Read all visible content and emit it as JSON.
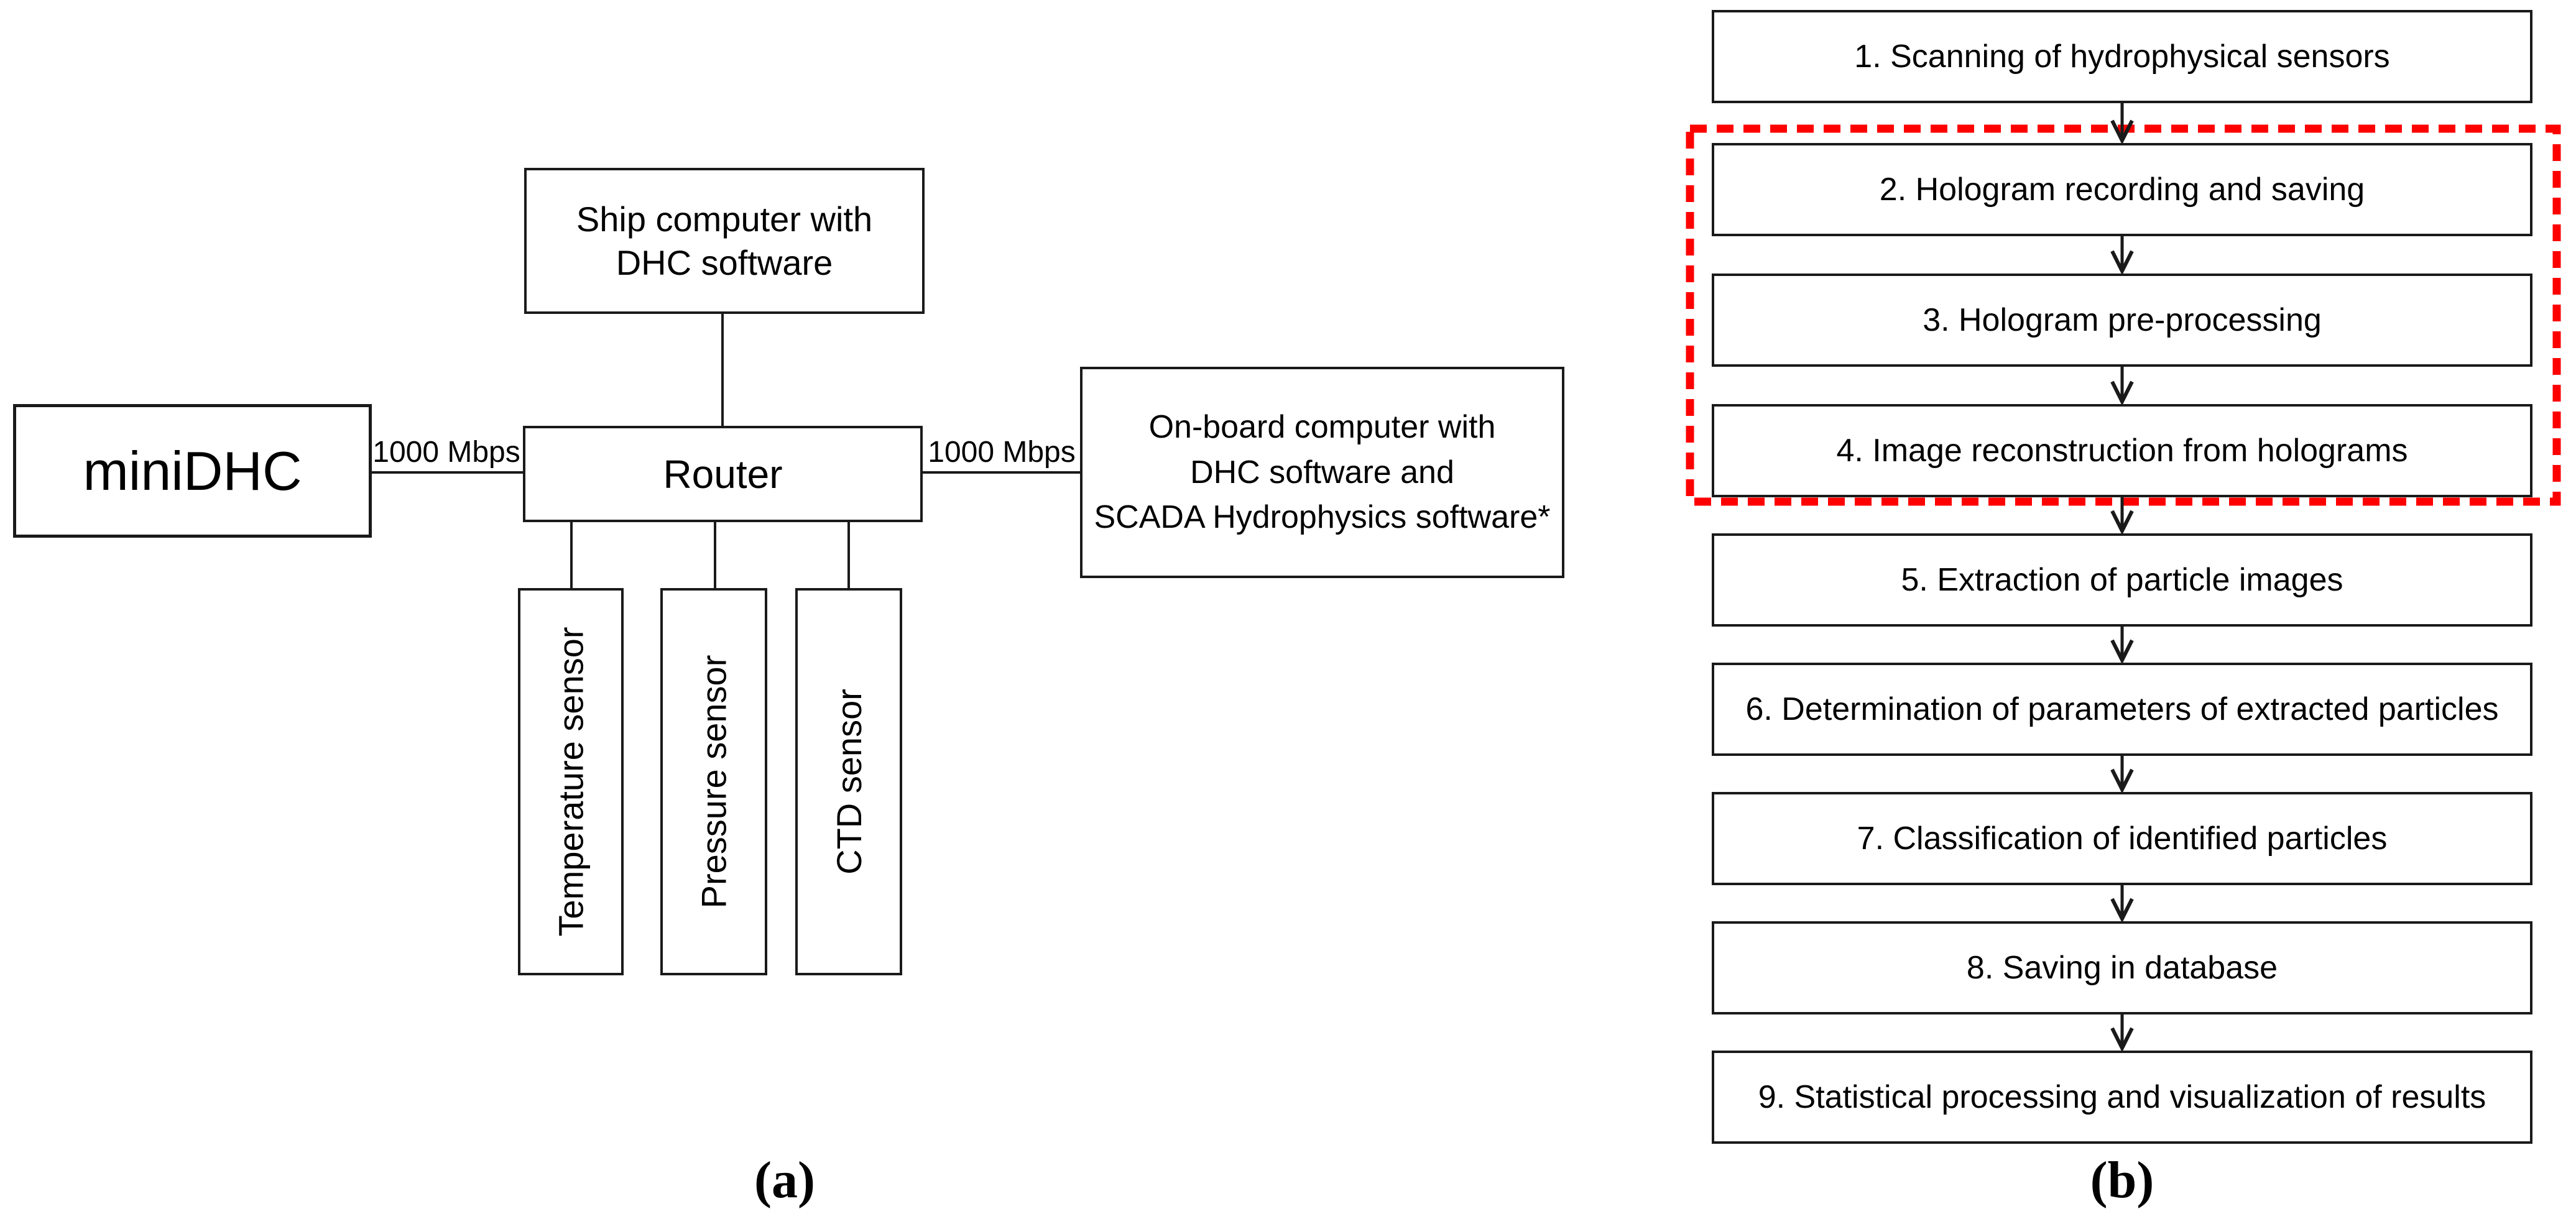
{
  "panel_a": {
    "caption": "(a)",
    "nodes": {
      "minidhc": {
        "label": "miniDHC"
      },
      "ship_computer": {
        "lines": [
          "Ship computer with",
          "DHC software"
        ]
      },
      "router": {
        "label": "Router"
      },
      "onboard_computer": {
        "lines": [
          "On-board computer with",
          "DHC software and",
          "SCADA Hydrophysics software*"
        ]
      },
      "sensors": [
        {
          "label": "Temperature sensor"
        },
        {
          "label": "Pressure sensor"
        },
        {
          "label": "CTD sensor"
        }
      ]
    },
    "links": {
      "minidhc_router_label": "1000 Mbps",
      "router_onboard_label": "1000 Mbps"
    }
  },
  "panel_b": {
    "caption": "(b)",
    "steps": [
      "1. Scanning of hydrophysical sensors",
      "2. Hologram recording and saving",
      "3. Hologram pre-processing",
      "4. Image reconstruction from holograms",
      "5. Extraction of particle images",
      "6. Determination of parameters of extracted particles",
      "7. Classification of identified particles",
      "8. Saving in database",
      "9. Statistical processing and visualization of results"
    ],
    "highlight": {
      "color": "#fe0000",
      "highlighted_steps": [
        2,
        3,
        4
      ]
    }
  }
}
